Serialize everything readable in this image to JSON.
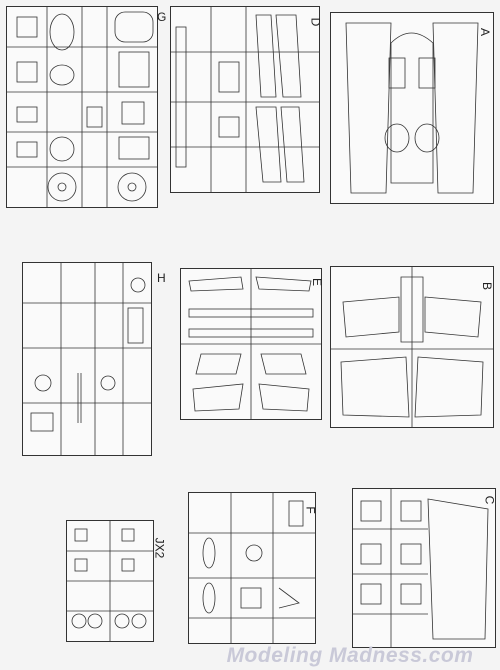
{
  "sprues": {
    "G": {
      "letter": "G"
    },
    "D": {
      "letter": "D"
    },
    "A": {
      "letter": "A"
    },
    "H": {
      "letter": "H"
    },
    "E": {
      "letter": "E"
    },
    "B": {
      "letter": "B"
    },
    "JX2": {
      "letter": "JX2"
    },
    "F": {
      "letter": "F"
    },
    "C": {
      "letter": "C"
    }
  },
  "watermark": {
    "text": "Modeling Madness.com"
  },
  "colors": {
    "line": "#333333",
    "paper": "#f4f4f4",
    "watermark": "#c9c9d8"
  }
}
